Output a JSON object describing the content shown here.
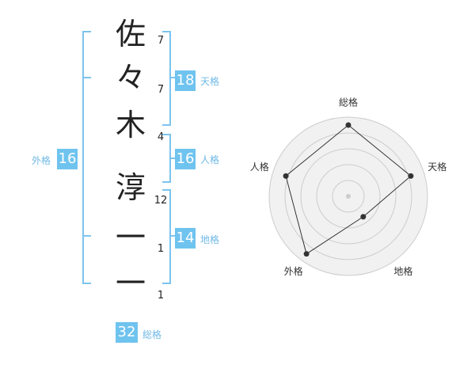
{
  "name": {
    "chars": [
      "佐",
      "々",
      "木",
      "淳",
      "一",
      "一"
    ],
    "strokes": [
      "7",
      "7",
      "4",
      "12",
      "1",
      "1"
    ]
  },
  "kaku": {
    "tenkaku": {
      "value": "18",
      "label": "天格"
    },
    "jinkaku": {
      "value": "16",
      "label": "人格"
    },
    "chikaku": {
      "value": "14",
      "label": "地格"
    },
    "gaikaku": {
      "value": "16",
      "label": "外格"
    },
    "soukaku": {
      "value": "32",
      "label": "総格"
    }
  },
  "colors": {
    "accent": "#6fc3ef",
    "label": "#6fb9e6",
    "radar_fill": "#f1f1f1",
    "radar_ring": "#cccccc",
    "radar_line": "#333333"
  },
  "chart_data": {
    "type": "radar",
    "axes": [
      "総格",
      "天格",
      "地格",
      "外格",
      "人格"
    ],
    "values": [
      0.9,
      0.83,
      0.32,
      0.9,
      0.83
    ],
    "ylim": [
      0,
      1
    ],
    "rings": 5,
    "grid": true
  }
}
